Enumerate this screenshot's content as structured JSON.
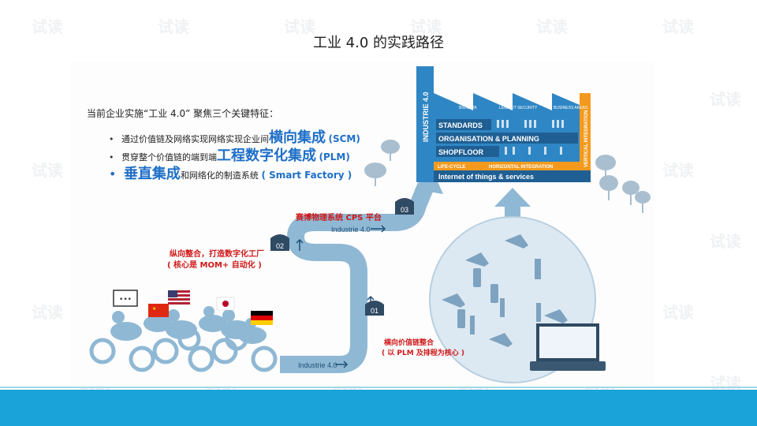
{
  "title": "工业 4.0 的实践路径",
  "intro": "当前企业实施“工业 4.0” 聚焦三个关键特征：",
  "bullets": [
    {
      "text": "通过价值链及网络实现网络实现企业间",
      "emph": "横向集成",
      "abbr": "(SCM)"
    },
    {
      "text": "贯穿整个价值链的端到端",
      "emph": "工程数字化集成",
      "abbr": "(PLM)"
    },
    {
      "emph": "垂直集成",
      "text": "和网络化的制造系统",
      "abbr": "( Smart Factory )"
    }
  ],
  "factory": {
    "side_label": "INDUSTRIE 4.0",
    "vertical_label": "VERTICAL INTEGRATION",
    "roof_labels": [
      "BIG DATA",
      "LEGAL IT SECURITY",
      "BUSINESS AREAS"
    ],
    "rows": [
      "STANDARDS",
      "ORGANISATION & PLANNING",
      "SHOPFLOOR"
    ],
    "lifecycle": "LIFE-CYCLE",
    "horizontal": "HORIZONTAL INTEGRATION",
    "bottom": "Internet of things & services"
  },
  "road": {
    "label_top": "Industrie 4.0",
    "label_bottom": "Industrie 4.0",
    "milestones": [
      "01",
      "02",
      "03"
    ]
  },
  "annotations": {
    "cps": "赛博物理系统 CPS 平台",
    "vertical_1": "纵向整合，打造数字化工厂",
    "vertical_2": "( 核心是 MOM+ 自动化 )",
    "horizontal_1": "横向价值链整合",
    "horizontal_2": "( 以 PLM 及排程为核心 )"
  },
  "speech_bubble": "•••",
  "watermark": "试读",
  "colors": {
    "accent": "#1e6fc8",
    "red": "#d01818",
    "road": "#8fb8d4",
    "factory_dark": "#1f5f93",
    "factory_light": "#2f86c4",
    "orange": "#f39a1e",
    "band": "#1aa3d8"
  }
}
